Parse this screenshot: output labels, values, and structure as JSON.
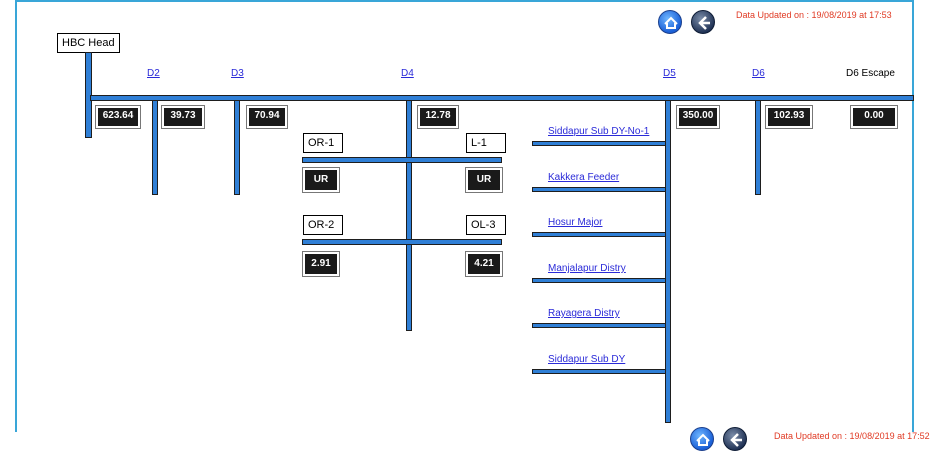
{
  "header": {
    "updated_top": "Data Updated on : 19/08/2019 at 17:53",
    "updated_bottom": "Data Updated on : 19/08/2019 at 17:52"
  },
  "icons": {
    "home": "home-icon",
    "back": "back-arrow-icon"
  },
  "head_label": "HBC Head",
  "distributaries": [
    {
      "label": "D2"
    },
    {
      "label": "D3"
    },
    {
      "label": "D4"
    },
    {
      "label": "D5"
    },
    {
      "label": "D6"
    },
    {
      "label": "D6 Escape"
    }
  ],
  "values": {
    "head": "623.64",
    "d2": "39.73",
    "d3": "70.94",
    "d4": "12.78",
    "d5": "350.00",
    "d6": "102.93",
    "d6_escape": "0.00"
  },
  "d4_branches": {
    "or1": {
      "label": "OR-1",
      "value": "UR"
    },
    "l1": {
      "label": "L-1",
      "value": "UR"
    },
    "or2": {
      "label": "OR-2",
      "value": "2.91"
    },
    "ol3": {
      "label": "OL-3",
      "value": "4.21"
    }
  },
  "d5_branches": [
    {
      "label": "Siddapur Sub DY-No-1"
    },
    {
      "label": "Kakkera Feeder"
    },
    {
      "label": "Hosur Major"
    },
    {
      "label": "Manjalapur Distry"
    },
    {
      "label": "Rayagera Distry"
    },
    {
      "label": "Siddapur Sub DY"
    }
  ],
  "colors": {
    "canal": "#2f7fd6",
    "frame": "#39a6d8",
    "updated": "#e03a24",
    "link": "#2a2ad8"
  }
}
